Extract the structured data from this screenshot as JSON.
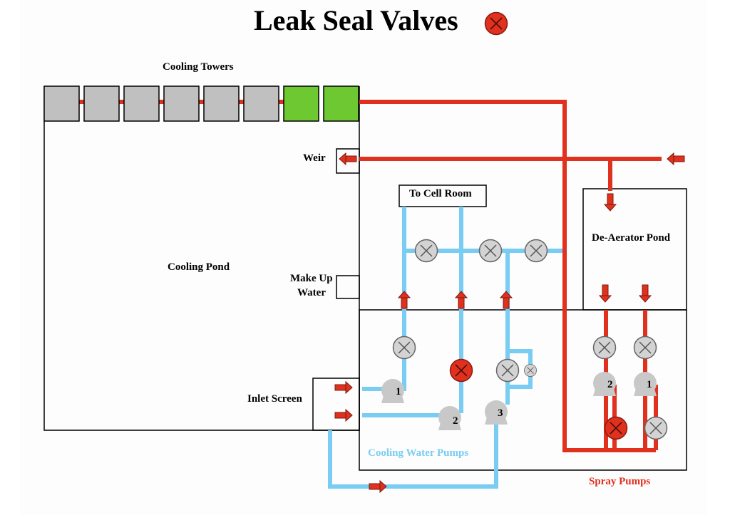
{
  "title": "Leak Seal Valves",
  "colors": {
    "red_pipe": "#e0301e",
    "blue_pipe": "#79cdf3",
    "tower_gray": "#c0c0c0",
    "tower_green": "#6ec832",
    "valve_gray": "#d3d3d3"
  },
  "labels": {
    "cooling_towers": "Cooling Towers",
    "weir": "Weir",
    "to_cell_room": "To Cell Room",
    "de_aerator_pond": "De-Aerator Pond",
    "cooling_pond": "Cooling Pond",
    "make_up_water_line1": "Make Up",
    "make_up_water_line2": "Water",
    "inlet_screen": "Inlet Screen",
    "cooling_water_pumps": "Cooling Water Pumps",
    "spray_pumps": "Spray Pumps"
  },
  "cooling_towers": [
    "gray",
    "gray",
    "gray",
    "gray",
    "gray",
    "gray",
    "green",
    "green"
  ],
  "pump_numbers": {
    "cw1": "1",
    "cw2": "2",
    "cw3": "3",
    "sp2": "2",
    "sp1": "1"
  },
  "valve_states": {
    "title_legend": "closed-red",
    "cell_room_1": "gray",
    "cell_room_2": "gray",
    "cell_room_3": "gray",
    "cw_pump1": "gray",
    "cw_pump2": "closed-red",
    "cw_pump3": "gray",
    "cw_pump3_bypass": "gray",
    "sp_top_left": "gray",
    "sp_top_right": "gray",
    "sp_bottom_left": "closed-red",
    "sp_bottom_right": "gray"
  }
}
